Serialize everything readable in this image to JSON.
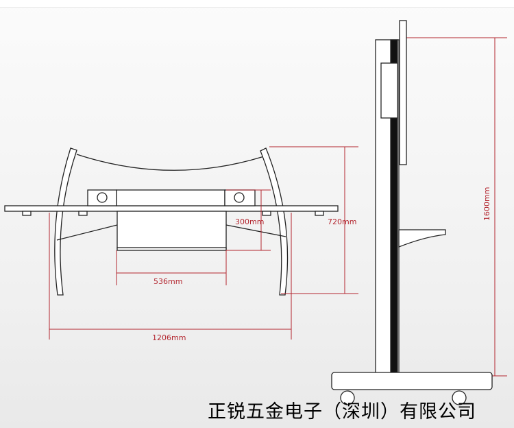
{
  "dimensions": {
    "motor_height": "300mm",
    "total_height_front": "720mm",
    "box_width": "536mm",
    "total_width": "1206mm",
    "stand_height": "1600mm"
  },
  "company_name": "正锐五金电子（深圳）有限公司",
  "colors": {
    "dimension": "#b3262f",
    "line": "#222222"
  }
}
